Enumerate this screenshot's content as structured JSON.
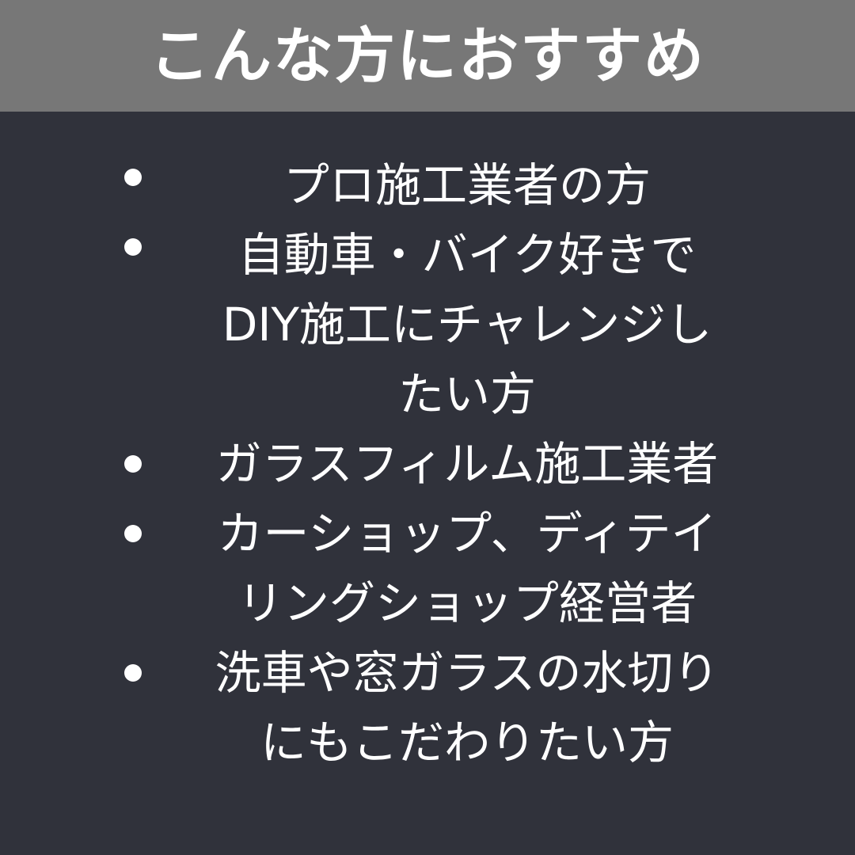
{
  "header": {
    "title": "こんな方におすすめ"
  },
  "items": [
    {
      "text": "プロ施工業者の方"
    },
    {
      "text": "自動車・バイク好きで\nDIY施工にチャレンジし\nたい方"
    },
    {
      "text": "ガラスフィルム施工業者"
    },
    {
      "text": "カーショップ、ディテイ\nリングショップ経営者"
    },
    {
      "text": "洗車や窓ガラスの水切り\nにもこだわりたい方"
    }
  ],
  "colors": {
    "background": "#30323b",
    "header_background": "#777777",
    "text": "#ffffff"
  }
}
